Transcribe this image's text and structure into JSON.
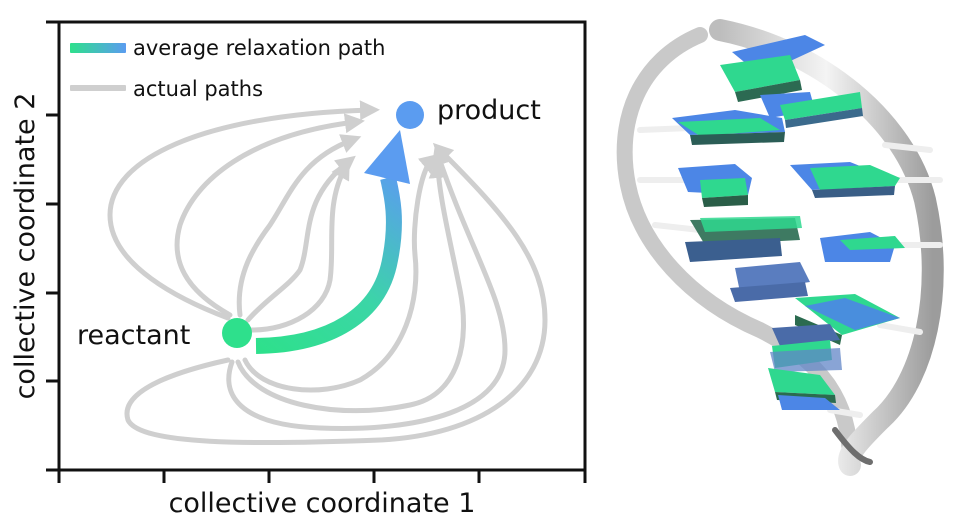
{
  "legend": {
    "average_label": "average relaxation path",
    "actual_label": "actual paths"
  },
  "labels": {
    "reactant": "reactant",
    "product": "product"
  },
  "axes": {
    "xlabel": "collective coordinate 1",
    "ylabel": "collective coordinate 2"
  },
  "colors": {
    "reactant": "#2EE08C",
    "product": "#5B9CF0",
    "actual_path": "#CFCFCF",
    "axis": "#111111",
    "ribbon": "#E6E6E6",
    "base_green": "#2FD88F",
    "base_blue": "#4C86E6"
  }
}
